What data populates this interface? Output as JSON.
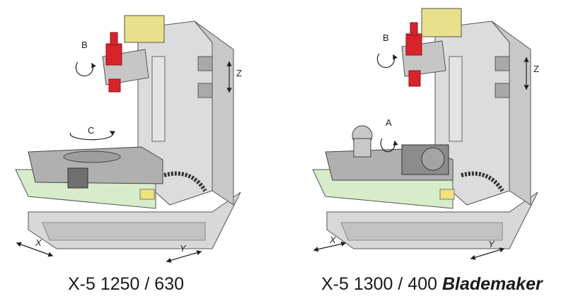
{
  "machines": [
    {
      "id": "left",
      "caption": "X-5 1250 / 630",
      "axes": {
        "b": "B",
        "c": "C",
        "z": "Z",
        "x": "X",
        "y": "Y"
      }
    },
    {
      "id": "right",
      "caption_main": "X-5 1300 / 400",
      "caption_em": "Blademaker",
      "axes": {
        "b": "B",
        "a": "A",
        "z": "Z",
        "x": "X",
        "y": "Y"
      }
    }
  ],
  "colors": {
    "frame": "#dcdcdc",
    "frame_dark": "#9a9a9a",
    "spindle_motor": "#e8e08a",
    "spindle_red": "#d9232a",
    "table": "#b0b0b0",
    "base_green": "#d7ecc9",
    "yellow_part": "#f1e27a",
    "line": "#333333"
  },
  "icons": [
    "rotation-arrow-icon",
    "double-arrow-icon"
  ]
}
